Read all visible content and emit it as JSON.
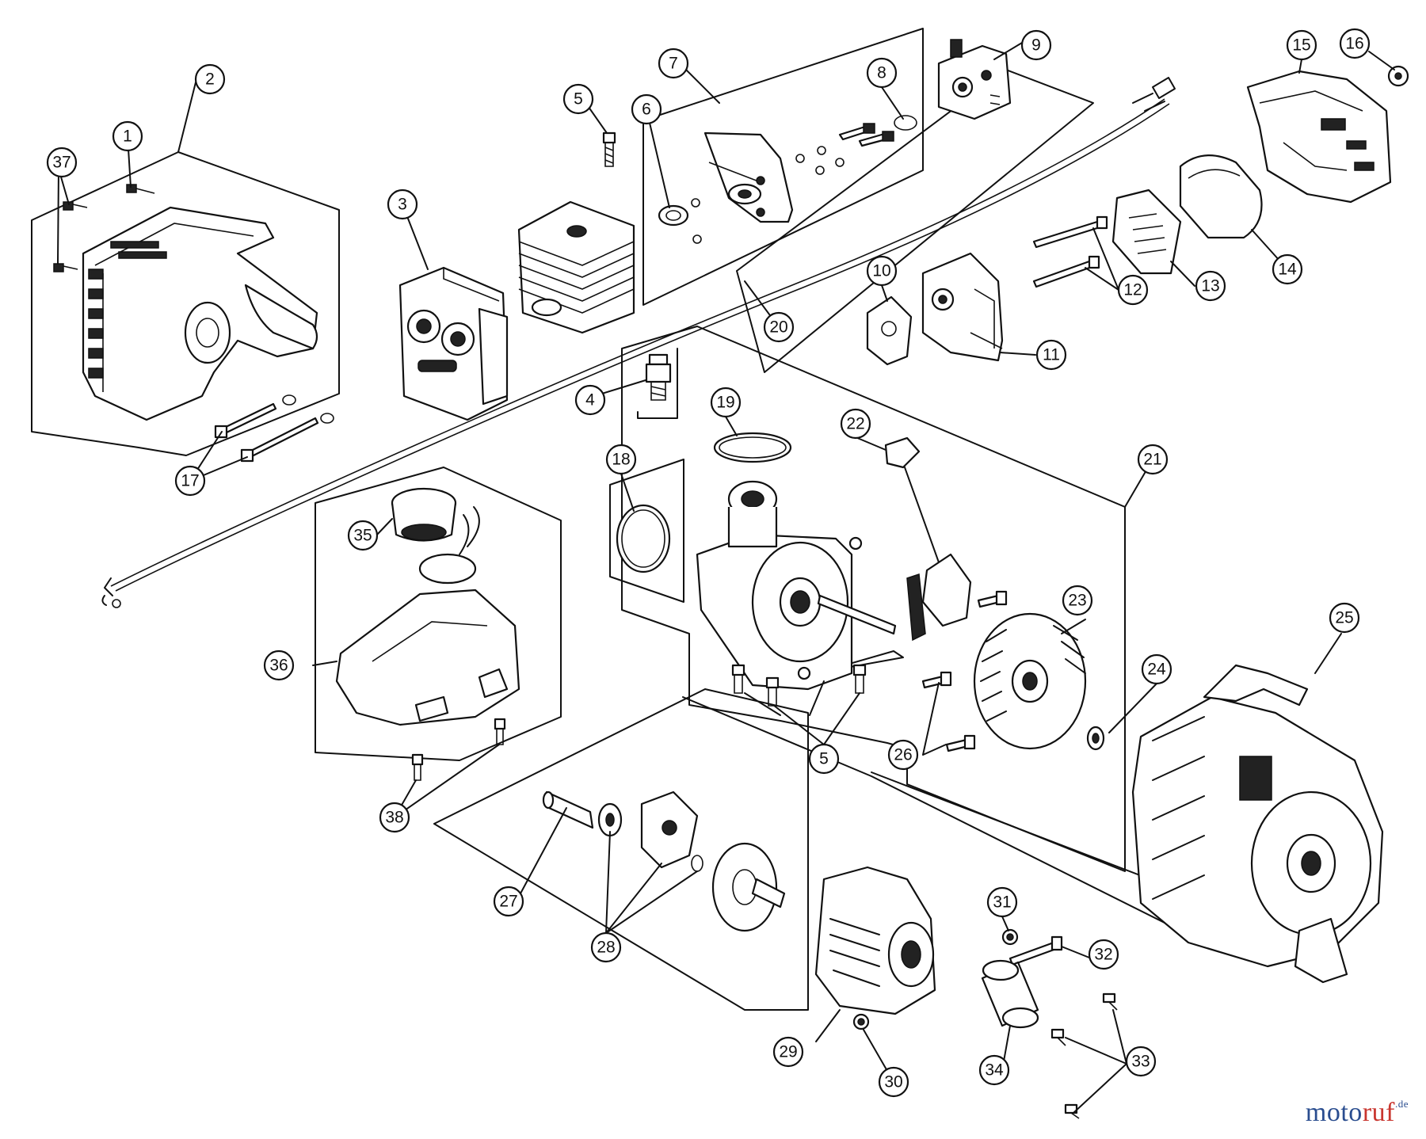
{
  "callouts": [
    {
      "id": "c1",
      "label": "1"
    },
    {
      "id": "c2",
      "label": "2"
    },
    {
      "id": "c3",
      "label": "3"
    },
    {
      "id": "c4",
      "label": "4"
    },
    {
      "id": "c5a",
      "label": "5"
    },
    {
      "id": "c5b",
      "label": "5"
    },
    {
      "id": "c6",
      "label": "6"
    },
    {
      "id": "c7",
      "label": "7"
    },
    {
      "id": "c8",
      "label": "8"
    },
    {
      "id": "c9",
      "label": "9"
    },
    {
      "id": "c10",
      "label": "10"
    },
    {
      "id": "c11",
      "label": "11"
    },
    {
      "id": "c12",
      "label": "12"
    },
    {
      "id": "c13",
      "label": "13"
    },
    {
      "id": "c14",
      "label": "14"
    },
    {
      "id": "c15",
      "label": "15"
    },
    {
      "id": "c16",
      "label": "16"
    },
    {
      "id": "c17",
      "label": "17"
    },
    {
      "id": "c18",
      "label": "18"
    },
    {
      "id": "c19",
      "label": "19"
    },
    {
      "id": "c20",
      "label": "20"
    },
    {
      "id": "c21",
      "label": "21"
    },
    {
      "id": "c22",
      "label": "22"
    },
    {
      "id": "c23",
      "label": "23"
    },
    {
      "id": "c24",
      "label": "24"
    },
    {
      "id": "c25",
      "label": "25"
    },
    {
      "id": "c26",
      "label": "26"
    },
    {
      "id": "c27",
      "label": "27"
    },
    {
      "id": "c28",
      "label": "28"
    },
    {
      "id": "c29",
      "label": "29"
    },
    {
      "id": "c30",
      "label": "30"
    },
    {
      "id": "c31",
      "label": "31"
    },
    {
      "id": "c32",
      "label": "32"
    },
    {
      "id": "c33",
      "label": "33"
    },
    {
      "id": "c34",
      "label": "34"
    },
    {
      "id": "c35",
      "label": "35"
    },
    {
      "id": "c36",
      "label": "36"
    },
    {
      "id": "c37",
      "label": "37"
    },
    {
      "id": "c38",
      "label": "38"
    }
  ],
  "watermark": {
    "part1": "moto",
    "part2": "ruf",
    "part3": ".de"
  }
}
